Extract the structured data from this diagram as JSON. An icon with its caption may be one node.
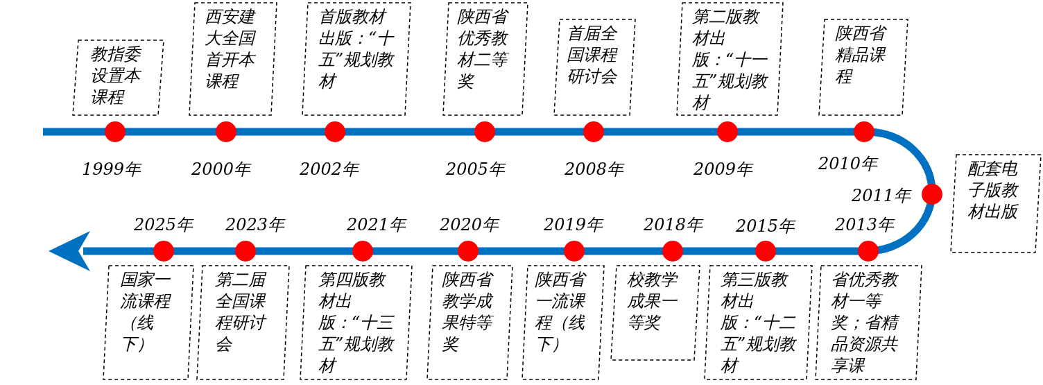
{
  "diagram": {
    "nodes": [
      {
        "text": [
          "教指委设置本课程"
        ],
        "beside": [
          "1999年"
        ]
      },
      {
        "text": [
          "西安建大全国首开本课程"
        ],
        "beside": [
          "2000年"
        ]
      },
      {
        "text": [
          "首版教材出版：“十五”规划教材"
        ],
        "beside": [
          "2002年"
        ]
      },
      {
        "text": [
          "陕西省优秀教材二等奖"
        ],
        "beside": [
          "2005年"
        ]
      },
      {
        "text": [
          "首届全国课程研讨会"
        ],
        "beside": [
          "2008年"
        ]
      },
      {
        "text": [
          "第二版教材出版：“十一五”规划教材"
        ],
        "beside": [
          "2009年"
        ]
      },
      {
        "text": [
          "陕西省精品课程"
        ],
        "beside": [
          "2010年"
        ]
      },
      {
        "text": [
          "配套电子版教材出版"
        ],
        "beside": [
          "2011年"
        ]
      },
      {
        "text": [
          "省优秀教材一等奖；省精品资源共享课"
        ],
        "beside": [
          "2013年"
        ]
      },
      {
        "text": [
          "第三版教材出版：“十二五”规划教材"
        ],
        "beside": [
          "2015年"
        ]
      },
      {
        "text": [
          "校教学成果一等奖"
        ],
        "beside": [
          "2018年"
        ]
      },
      {
        "text": [
          "陕西省一流课程（线下）"
        ],
        "beside": [
          "2019年"
        ]
      },
      {
        "text": [
          "陕西省教学成果特等奖"
        ],
        "beside": [
          "2020年"
        ]
      },
      {
        "text": [
          "第四版教材出版：“十三五”规划教材"
        ],
        "beside": [
          "2021年"
        ]
      },
      {
        "text": [
          "第二届全国课程研讨会"
        ],
        "beside": [
          "2023年"
        ]
      },
      {
        "text": [
          "国家一流课程（线下）"
        ],
        "beside": [
          "2025年"
        ]
      }
    ]
  }
}
